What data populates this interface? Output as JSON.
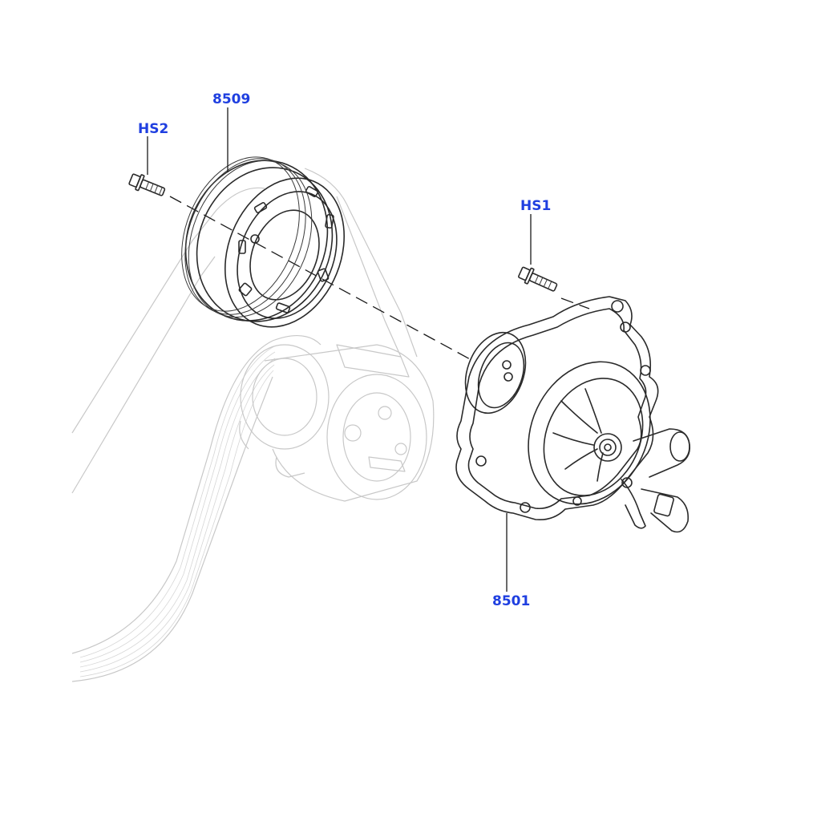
{
  "callouts": {
    "hs2": "HS2",
    "p8509": "8509",
    "hs1": "HS1",
    "p8501": "8501"
  },
  "colors": {
    "callout_text": "#1f3fe0",
    "ink": "#2a2a2a",
    "ghost_ink": "#c8c8c8",
    "background": "#ffffff"
  },
  "icons": {
    "hs2": "flange-bolt-icon",
    "hs1": "flange-bolt-icon",
    "p8509": "pulley-icon",
    "p8501": "water-pump-icon"
  }
}
